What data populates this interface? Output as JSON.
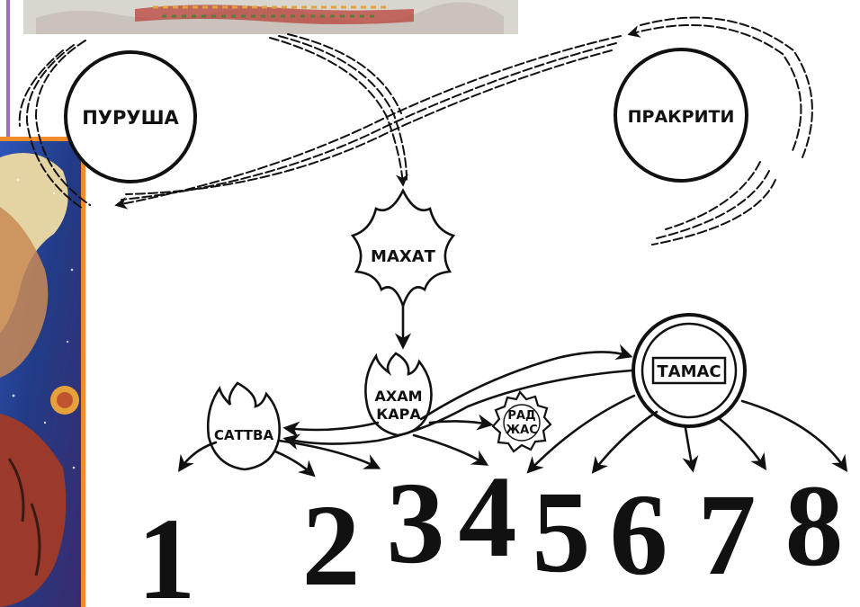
{
  "nodes": {
    "purusha": "ПУРУША",
    "prakriti": "ПРАКРИТИ",
    "mahat": "МАХАТ",
    "ahamkara_line1": "АХАМ",
    "ahamkara_line2": "КАРА",
    "sattva": "САТТВА",
    "rajas_line1": "РАД",
    "rajas_line2": "ЖАС",
    "tamas": "ТАМАС"
  },
  "numbers": [
    "1",
    "2",
    "3",
    "4",
    "5",
    "6",
    "7",
    "8"
  ],
  "colors": {
    "ink": "#111111",
    "frame_left": "#a36bc0",
    "frame_picture": "#f28c2a",
    "cosmic_bg": "#2a3f8f"
  }
}
